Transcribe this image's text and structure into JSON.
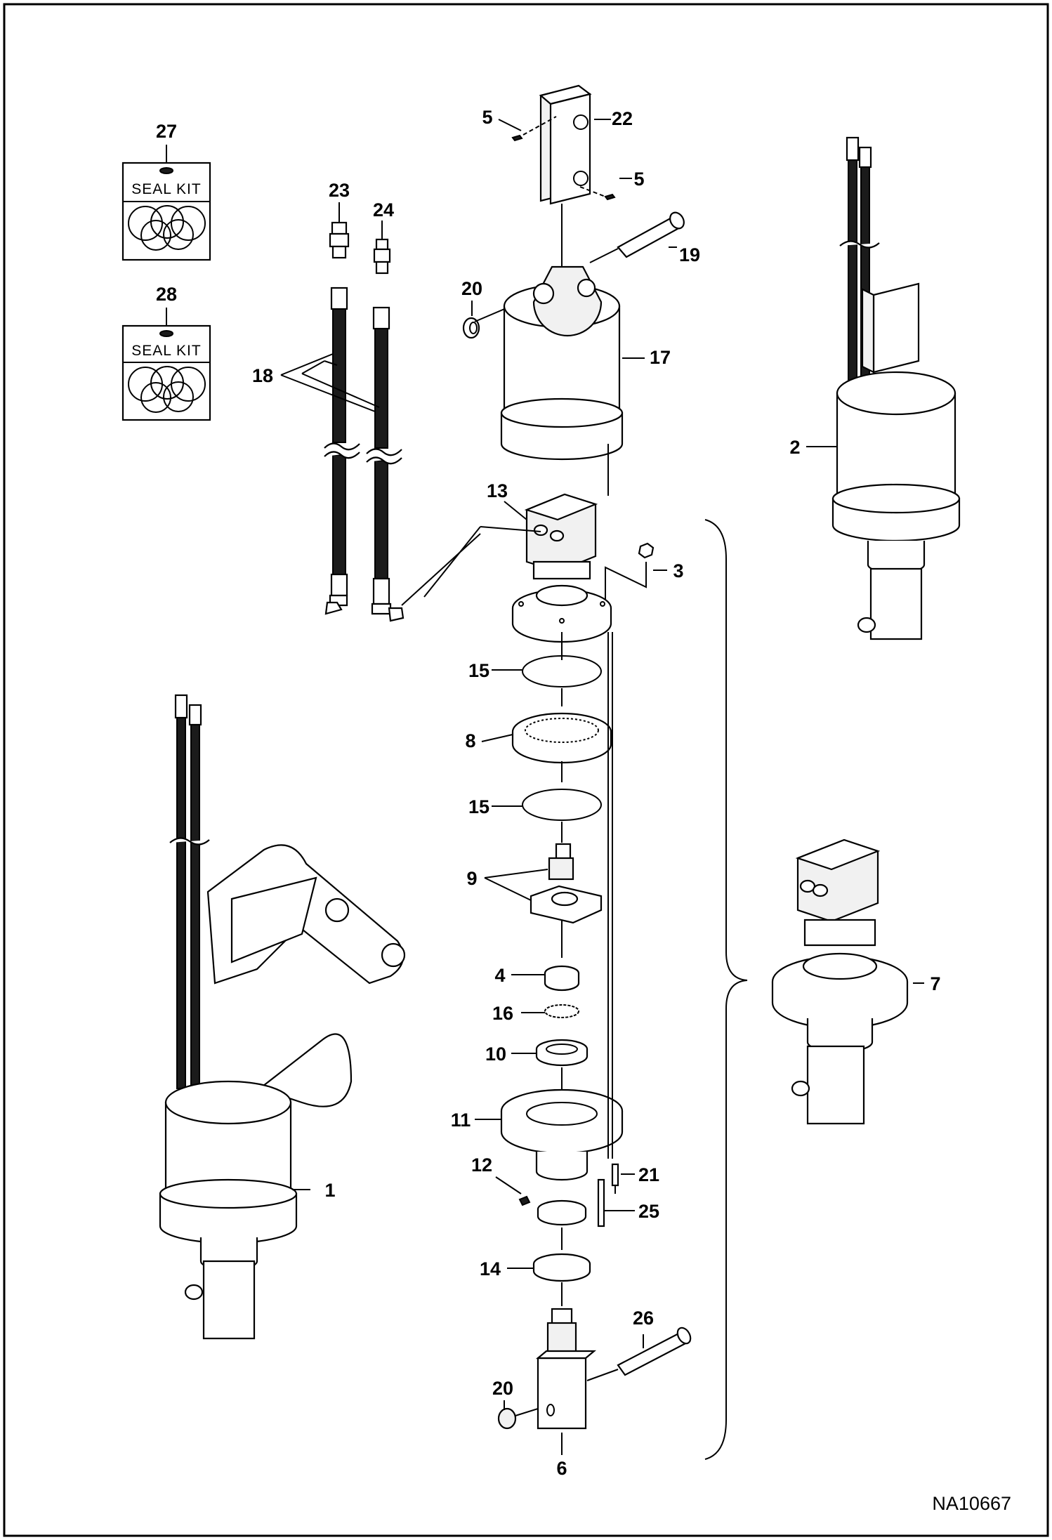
{
  "figure_ref": "NA10667",
  "seal_kit_label": "SEAL KIT",
  "callouts": [
    {
      "id": "c27",
      "text": "27"
    },
    {
      "id": "c28",
      "text": "28"
    },
    {
      "id": "c23",
      "text": "23"
    },
    {
      "id": "c24",
      "text": "24"
    },
    {
      "id": "c18",
      "text": "18"
    },
    {
      "id": "c5a",
      "text": "5"
    },
    {
      "id": "c5b",
      "text": "5"
    },
    {
      "id": "c22",
      "text": "22"
    },
    {
      "id": "c19",
      "text": "19"
    },
    {
      "id": "c20a",
      "text": "20"
    },
    {
      "id": "c17",
      "text": "17"
    },
    {
      "id": "c2",
      "text": "2"
    },
    {
      "id": "c13",
      "text": "13"
    },
    {
      "id": "c3",
      "text": "3"
    },
    {
      "id": "c15a",
      "text": "15"
    },
    {
      "id": "c8",
      "text": "8"
    },
    {
      "id": "c15b",
      "text": "15"
    },
    {
      "id": "c9",
      "text": "9"
    },
    {
      "id": "c4",
      "text": "4"
    },
    {
      "id": "c16",
      "text": "16"
    },
    {
      "id": "c10",
      "text": "10"
    },
    {
      "id": "c11",
      "text": "11"
    },
    {
      "id": "c12",
      "text": "12"
    },
    {
      "id": "c21",
      "text": "21"
    },
    {
      "id": "c25",
      "text": "25"
    },
    {
      "id": "c14",
      "text": "14"
    },
    {
      "id": "c26",
      "text": "26"
    },
    {
      "id": "c20b",
      "text": "20"
    },
    {
      "id": "c6",
      "text": "6"
    },
    {
      "id": "c7",
      "text": "7"
    },
    {
      "id": "c1",
      "text": "1"
    }
  ]
}
